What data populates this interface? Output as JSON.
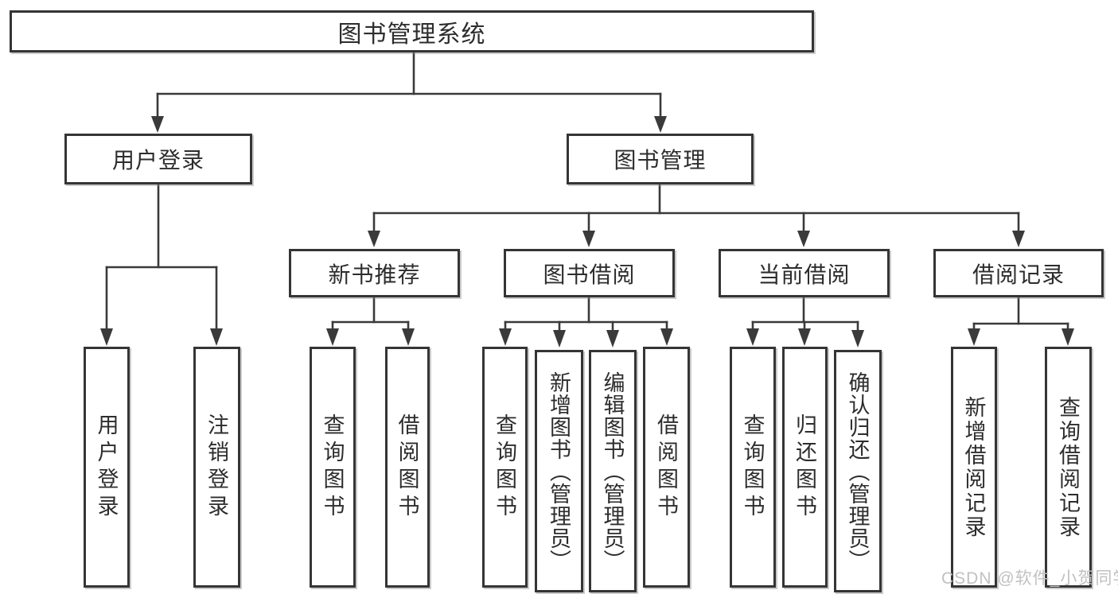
{
  "tree": {
    "root": {
      "label": "图书管理系统"
    },
    "branches": [
      {
        "label": "用户登录",
        "children": [
          {
            "label": "用户登录"
          },
          {
            "label": "注销登录"
          }
        ]
      },
      {
        "label": "图书管理",
        "children": [
          {
            "label": "新书推荐",
            "children": [
              {
                "label": "查询图书"
              },
              {
                "label": "借阅图书"
              }
            ]
          },
          {
            "label": "图书借阅",
            "children": [
              {
                "label": "查询图书"
              },
              {
                "label": "新增图书（管理员）"
              },
              {
                "label": "编辑图书（管理员）"
              },
              {
                "label": "借阅图书"
              }
            ]
          },
          {
            "label": "当前借阅",
            "children": [
              {
                "label": "查询图书"
              },
              {
                "label": "归还图书"
              },
              {
                "label": "确认归还（管理员）"
              }
            ]
          },
          {
            "label": "借阅记录",
            "children": [
              {
                "label": "新增借阅记录"
              },
              {
                "label": "查询借阅记录"
              }
            ]
          }
        ]
      }
    ]
  },
  "watermark": {
    "text": "CSDN @软件_小贺同学"
  },
  "colors": {
    "background": "#ffffff",
    "line": "#3a3a3a",
    "box_border": "#353535",
    "text": "#2d2d2d",
    "watermark": "#c1c1c1"
  }
}
